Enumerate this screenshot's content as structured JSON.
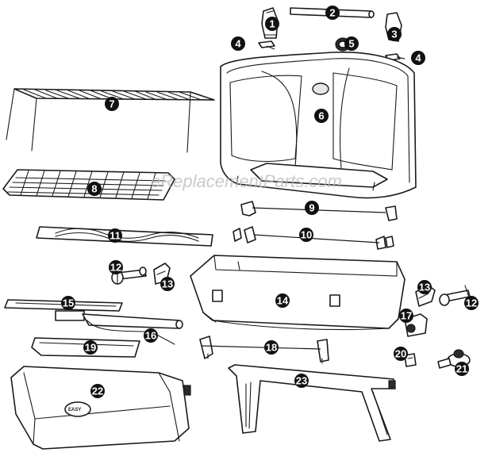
{
  "diagram": {
    "watermark": "eReplacementParts.com",
    "parts": [
      {
        "label": "1"
      },
      {
        "label": "2"
      },
      {
        "label": "3"
      },
      {
        "label": "4"
      },
      {
        "label": "4"
      },
      {
        "label": "5"
      },
      {
        "label": "6"
      },
      {
        "label": "7"
      },
      {
        "label": "8"
      },
      {
        "label": "9"
      },
      {
        "label": "10"
      },
      {
        "label": "11"
      },
      {
        "label": "12"
      },
      {
        "label": "12"
      },
      {
        "label": "13"
      },
      {
        "label": "13"
      },
      {
        "label": "14"
      },
      {
        "label": "15"
      },
      {
        "label": "16"
      },
      {
        "label": "17"
      },
      {
        "label": "18"
      },
      {
        "label": "19"
      },
      {
        "label": "20"
      },
      {
        "label": "21"
      },
      {
        "label": "22"
      },
      {
        "label": "23"
      }
    ]
  },
  "colors": {
    "line": "#1a1a1a",
    "badge": "#111111",
    "badge_text": "#ffffff",
    "watermark": "#b9b9b9"
  }
}
